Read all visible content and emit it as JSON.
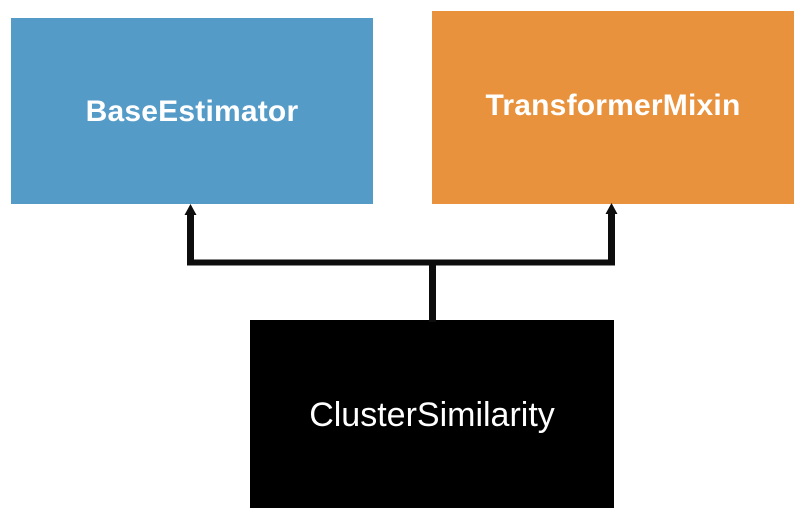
{
  "diagram": {
    "type": "uml-class-inheritance",
    "background_color": "#ffffff",
    "nodes": [
      {
        "id": "base-estimator",
        "label": "BaseEstimator",
        "role": "base-class",
        "color": "#559bc8",
        "text_color": "#ffffff"
      },
      {
        "id": "transformer-mixin",
        "label": "TransformerMixin",
        "role": "mixin-class",
        "color": "#e8923d",
        "text_color": "#ffffff"
      },
      {
        "id": "cluster-similarity",
        "label": "ClusterSimilarity",
        "role": "derived-class",
        "color": "#000000",
        "text_color": "#ffffff"
      }
    ],
    "edges": [
      {
        "from": "cluster-similarity",
        "to": "base-estimator",
        "kind": "inheritance",
        "arrow": "up",
        "color": "#0d0d0d"
      },
      {
        "from": "cluster-similarity",
        "to": "transformer-mixin",
        "kind": "inheritance",
        "arrow": "up",
        "color": "#0d0d0d"
      }
    ]
  }
}
